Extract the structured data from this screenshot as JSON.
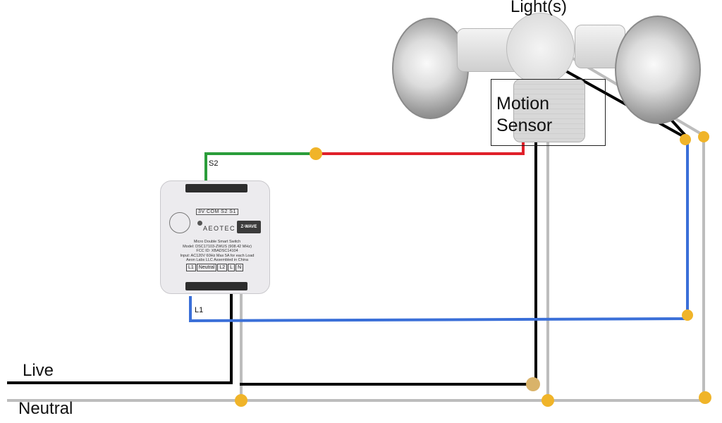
{
  "labels": {
    "lights": "Light(s)",
    "motion_sensor": "Motion\nSensor",
    "live": "Live",
    "neutral": "Neutral",
    "s2": "S2",
    "l1": "L1"
  },
  "device": {
    "top_terminals": "3V COM S2 S1",
    "brand": "AEOTEC",
    "badge": "Z-WAVE",
    "text_lines": [
      "Micro Double Smart Switch",
      "Model: DSC17103-ZWUS (908.42 MHz)",
      "FCC ID: XBADSC14104",
      "Input: AC120V 60Hz  Max 5A for each Load",
      "Aeon Labs LLC   Assembled in China"
    ],
    "bottom_terminals": [
      "L1",
      "Neutral",
      "L2",
      "L",
      "N"
    ]
  },
  "wire_colors": {
    "live": "#000000",
    "neutral": "#bdbdbd",
    "switched": "#3a6fd8",
    "s2_green": "#2a9d3a",
    "signal_red": "#e0202a",
    "junction": "#f0b429"
  }
}
